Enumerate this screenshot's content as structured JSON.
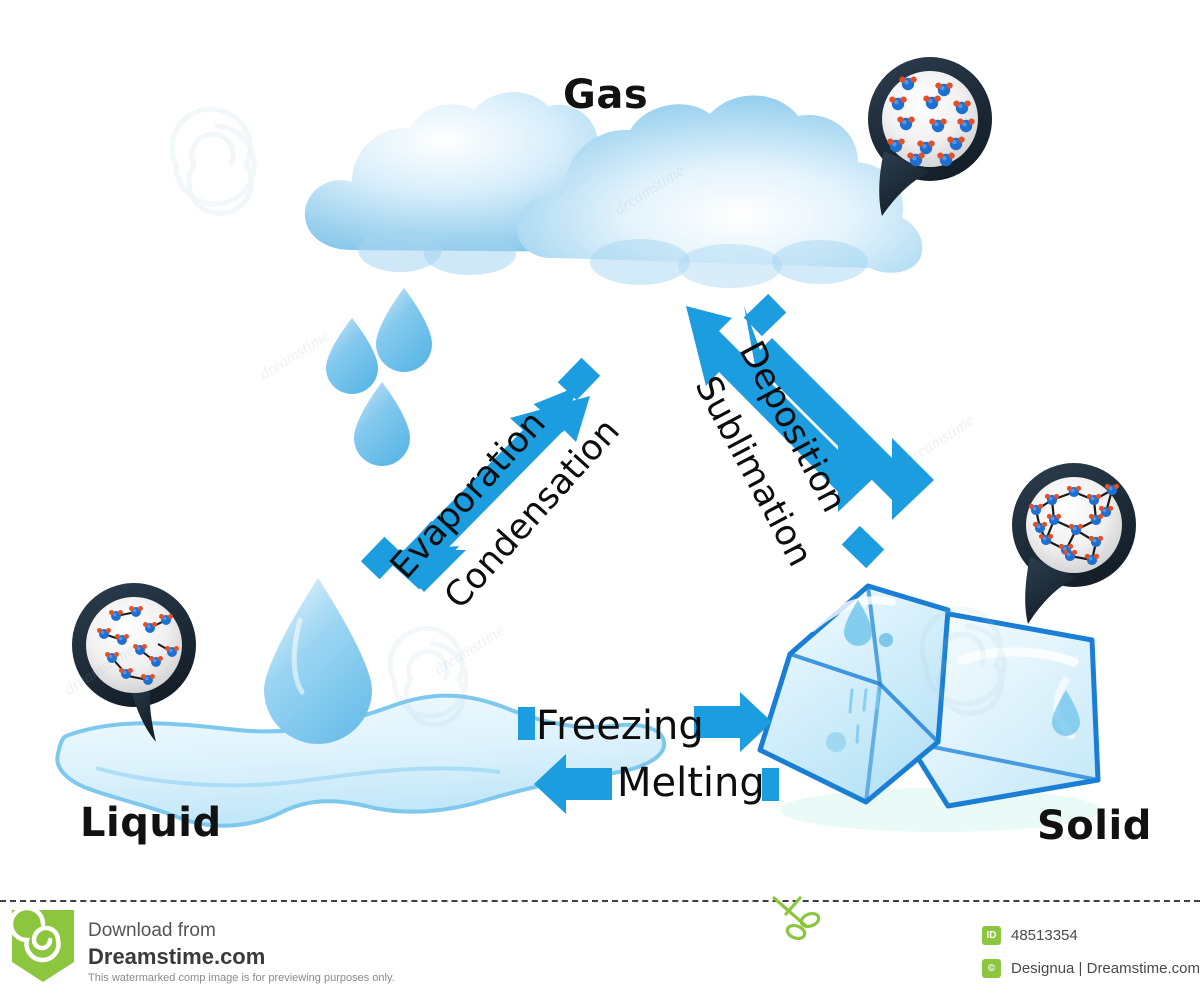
{
  "diagram": {
    "title_states": {
      "gas": "Gas",
      "liquid": "Liquid",
      "solid": "Solid"
    },
    "processes": {
      "evaporation": "Evaporation",
      "condensation": "Condensation",
      "deposition": "Deposition",
      "sublimation": "Sublimation",
      "freezing": "Freezing",
      "melting": "Melting"
    },
    "colors": {
      "arrow_blue": "#1b9de0",
      "arrow_blue_dark": "#0f86c7",
      "cloud_light": "#eaf6fd",
      "cloud_blue": "#8fcdee",
      "ice_outline": "#1a7fd4",
      "ice_fill": "#dff2fb",
      "water_blue": "#7ec8ee",
      "pin_dark": "#1f3040",
      "molecule_oxygen": "#1f6fd0",
      "molecule_hydrogen": "#e2502a",
      "text_black": "#0d0d0d"
    },
    "insets": {
      "gas_caption": "gas-molecules-scattered",
      "liquid_caption": "liquid-molecules-loose",
      "solid_caption": "solid-molecules-lattice"
    },
    "watermark_text": "dreamstime"
  },
  "footer": {
    "download_from": "Download from",
    "site_name": "Dreamstime.com",
    "note": "This watermarked comp image is for previewing purposes only.",
    "id_badge": "ID",
    "id_value": "48513354",
    "copyright_badge": "©",
    "author_line": "Designua | Dreamstime.com",
    "brand_green": "#8cc63e"
  }
}
